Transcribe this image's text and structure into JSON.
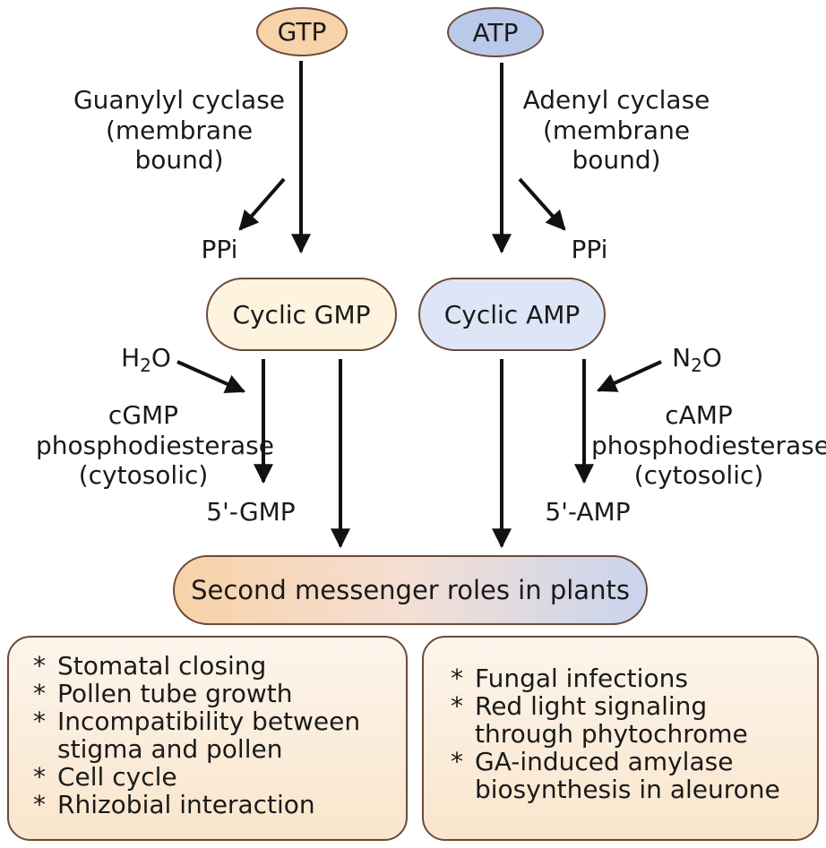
{
  "nodes": {
    "gtp": "GTP",
    "atp": "ATP",
    "cyclic_gmp": "Cyclic GMP",
    "cyclic_amp": "Cyclic AMP",
    "roles": "Second messenger roles in plants"
  },
  "labels": {
    "guanylyl_cyclase": [
      "Guanylyl cyclase",
      "(membrane",
      "bound)"
    ],
    "adenyl_cyclase": [
      "Adenyl cyclase",
      "(membrane",
      "bound)"
    ],
    "ppi_left": "PPi",
    "ppi_right": "PPi",
    "water_left": {
      "a": "H",
      "sub": "2",
      "b": "O"
    },
    "water_right": {
      "a": "N",
      "sub": "2",
      "b": "O"
    },
    "cgmp_pde": [
      "cGMP",
      "phosphodiesterase",
      "(cytosolic)"
    ],
    "camp_pde": [
      "cAMP",
      "phosphodiesterase",
      "(cytosolic)"
    ],
    "gmp_product": "5'-GMP",
    "amp_product": "5'-AMP"
  },
  "roles_left": [
    "Stomatal closing",
    "Pollen tube growth",
    "Incompatibility between",
    "stigma and pollen",
    "Cell cycle",
    "Rhizobial interaction"
  ],
  "roles_right": [
    "Fungal infections",
    "Red light signaling",
    "through phytochrome",
    "GA-induced amylase",
    "biosynthesis in aleurone"
  ],
  "star": "*",
  "colors": {
    "gmp_fill": "#f8d2a8",
    "gmp_light": "#fdf3df",
    "amp_fill": "#b9c9ea",
    "amp_light": "#dde6f6",
    "outline": "#6b4a3a",
    "arrow": "#111111",
    "panel_top": "#fdf5ec",
    "panel_bottom": "#f9e5cc"
  }
}
